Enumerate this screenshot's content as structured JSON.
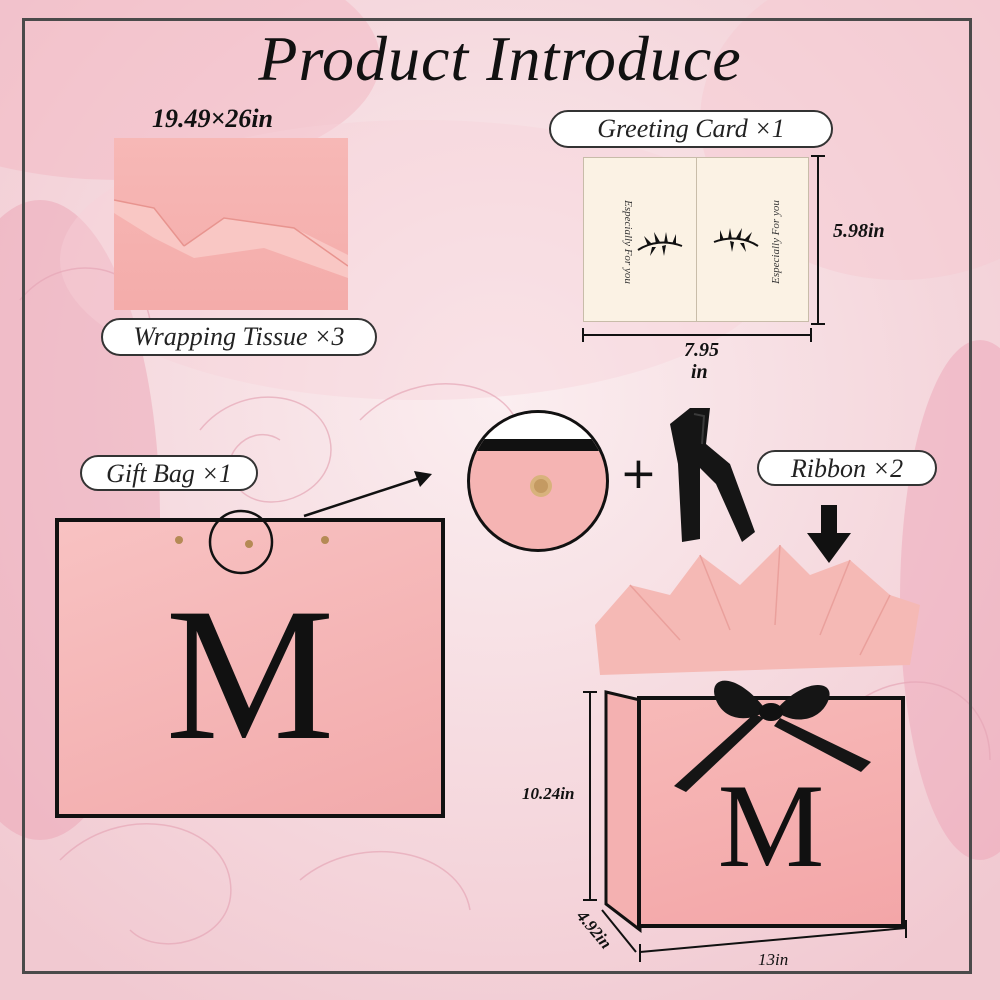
{
  "title": "Product Introduce",
  "colors": {
    "background": "#f6dfe4",
    "bag_pink": "#f5b4b3",
    "accent_black": "#111111",
    "card_cream": "#fbf2e4"
  },
  "tissue": {
    "size_label": "19.49×26in",
    "name_label": "Wrapping Tissue ×3"
  },
  "card": {
    "name_label": "Greeting Card ×1",
    "height_label": "5.98in",
    "width_label_value": "7.95",
    "width_label_unit": "in",
    "text_left": "Especially For you",
    "text_right": "Especially For you"
  },
  "gift_bag": {
    "name_label": "Gift Bag ×1",
    "monogram": "M"
  },
  "ribbon": {
    "name_label": "Ribbon ×2"
  },
  "assembled_bag": {
    "monogram": "M",
    "height_label": "10.24in",
    "depth_label": "4.92in",
    "width_label": "13in"
  },
  "plus_sign": "+",
  "icons": [
    "arrow-right-icon",
    "arrow-down-icon",
    "leaf-icon",
    "bow-icon",
    "eyelet-icon"
  ]
}
